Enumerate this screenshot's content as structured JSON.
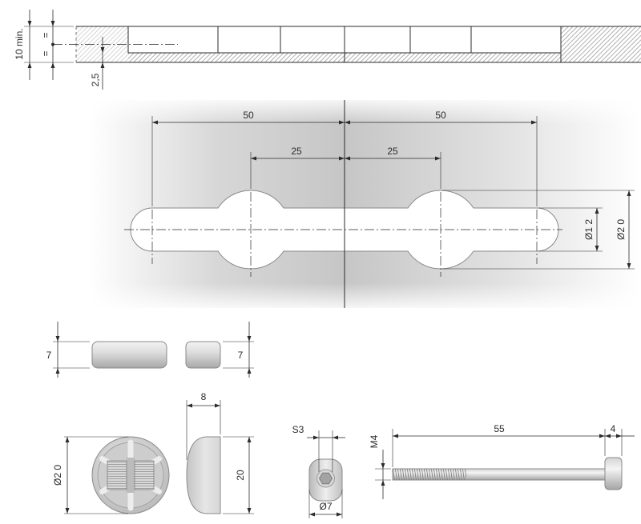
{
  "colors": {
    "line": "#2b2b2b",
    "hatch": "#8f8f8f",
    "part_outline": "#8a8a8a"
  },
  "edge_section": {
    "min_thickness_label": "10 min.",
    "equal_mark_upper": "=",
    "equal_mark_lower": "=",
    "groove_depth_label": "2,5"
  },
  "slot_plan": {
    "pitch_left": "50",
    "pitch_right": "50",
    "offset_left": "25",
    "offset_right": "25",
    "slot_width_label": "Ø1 2",
    "head_diameter_label": "Ø2 0"
  },
  "cap_side_views": {
    "height_left": "7",
    "height_right": "7"
  },
  "cap_detail": {
    "diameter_label": "Ø2 0",
    "thickness_label": "8",
    "height_label": "20"
  },
  "socket": {
    "drive_size_label": "S3",
    "diameter_label": "Ø7"
  },
  "screw": {
    "thread_label": "M4",
    "length_label": "55",
    "head_length_label": "4"
  }
}
